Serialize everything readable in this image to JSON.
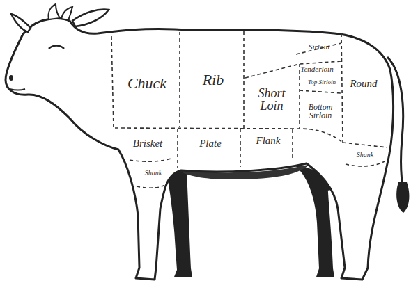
{
  "diagram": {
    "nodes": [
      {
        "text": [
          "Chuck"
        ]
      },
      {
        "text": [
          "Rib"
        ]
      },
      {
        "text": [
          "Short Loin"
        ]
      },
      {
        "text": [
          "Sirloin"
        ]
      },
      {
        "text": [
          "Tenderloin"
        ]
      },
      {
        "text": [
          "Top Sirloin"
        ]
      },
      {
        "text": [
          "Round"
        ]
      },
      {
        "text": [
          "Bottom Sirloin"
        ]
      },
      {
        "text": [
          "Brisket"
        ]
      },
      {
        "text": [
          "Plate"
        ]
      },
      {
        "text": [
          "Flank"
        ]
      },
      {
        "text": [
          "Shank"
        ]
      },
      {
        "text": [
          "Shank"
        ]
      }
    ]
  }
}
